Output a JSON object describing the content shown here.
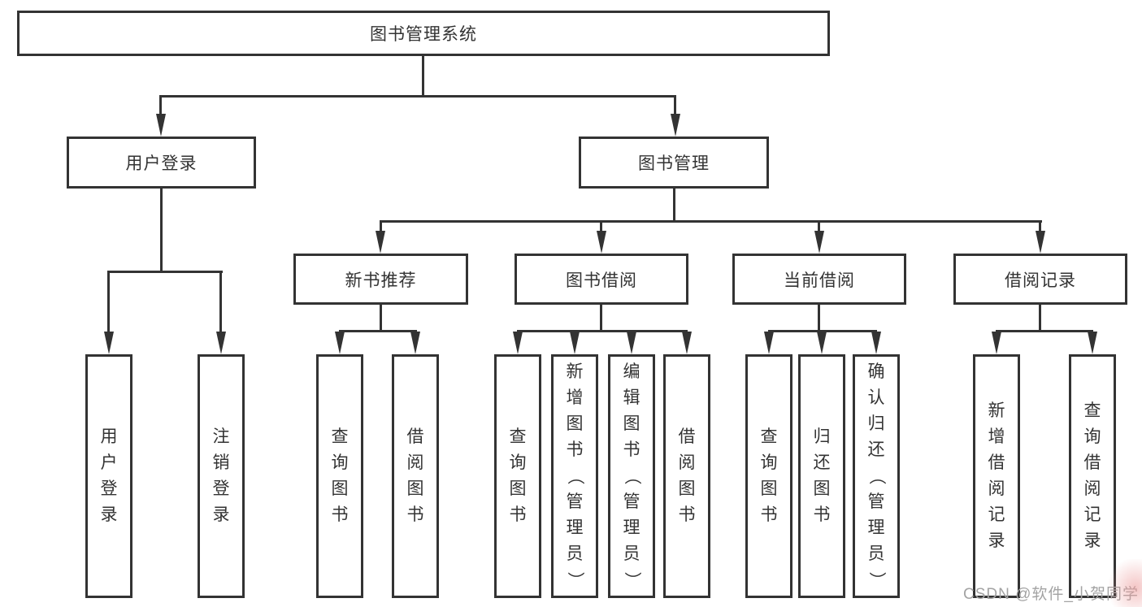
{
  "diagram": {
    "root": {
      "label": "图书管理系统"
    },
    "children": [
      {
        "label": "用户登录",
        "children": [
          {
            "label": "用户登录"
          },
          {
            "label": "注销登录"
          }
        ]
      },
      {
        "label": "图书管理",
        "children": [
          {
            "label": "新书推荐",
            "children": [
              {
                "label": "查询图书"
              },
              {
                "label": "借阅图书"
              }
            ]
          },
          {
            "label": "图书借阅",
            "children": [
              {
                "label": "查询图书"
              },
              {
                "label": "新增图书（管理员）"
              },
              {
                "label": "编辑图书（管理员）"
              },
              {
                "label": "借阅图书"
              }
            ]
          },
          {
            "label": "当前借阅",
            "children": [
              {
                "label": "查询图书"
              },
              {
                "label": "归还图书"
              },
              {
                "label": "确认归还（管理员）"
              }
            ]
          },
          {
            "label": "借阅记录",
            "children": [
              {
                "label": "新增借阅记录"
              },
              {
                "label": "查询借阅记录"
              }
            ]
          }
        ]
      }
    ]
  },
  "watermark": {
    "text": "CSDN @软件_小贺同学"
  },
  "colors": {
    "line": "#333333",
    "text": "#333333",
    "background": "#ffffff",
    "watermark": "#a3a3a3",
    "corner_tint": "#eba6a6"
  }
}
